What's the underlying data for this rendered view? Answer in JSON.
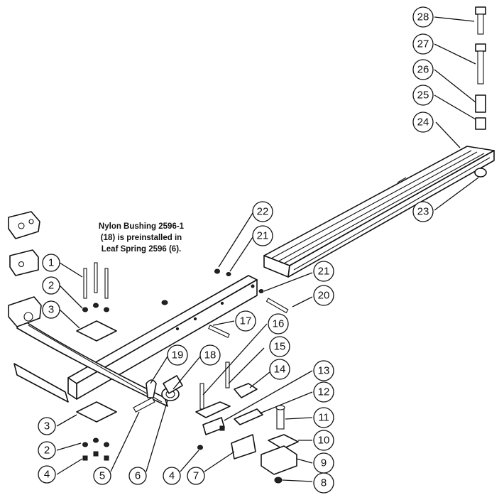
{
  "note": {
    "lines": [
      "Nylon Bushing 2596-1",
      "(18) is preinstalled in",
      "Leaf Spring 2596 (6)."
    ]
  },
  "callouts": [
    {
      "label": "1",
      "part": "bolt"
    },
    {
      "label": "2",
      "part": "washer"
    },
    {
      "label": "3",
      "part": "mount-plate"
    },
    {
      "label": "3",
      "part": "mount-plate-lower"
    },
    {
      "label": "2",
      "part": "washer-lower"
    },
    {
      "label": "4",
      "part": "nut"
    },
    {
      "label": "5",
      "part": "pin"
    },
    {
      "label": "6",
      "part": "leaf-spring"
    },
    {
      "label": "4",
      "part": "nut-lower"
    },
    {
      "label": "7",
      "part": "bracket"
    },
    {
      "label": "8",
      "part": "nut"
    },
    {
      "label": "9",
      "part": "hinge-bracket"
    },
    {
      "label": "10",
      "part": "plate"
    },
    {
      "label": "11",
      "part": "bolt"
    },
    {
      "label": "12",
      "part": "strap"
    },
    {
      "label": "13",
      "part": "clip"
    },
    {
      "label": "14",
      "part": "bracket"
    },
    {
      "label": "15",
      "part": "bolt"
    },
    {
      "label": "16",
      "part": "bolt"
    },
    {
      "label": "17",
      "part": "bolt"
    },
    {
      "label": "18",
      "part": "bushing"
    },
    {
      "label": "19",
      "part": "bolt"
    },
    {
      "label": "20",
      "part": "bolt"
    },
    {
      "label": "21",
      "part": "washer"
    },
    {
      "label": "21",
      "part": "washer-upper"
    },
    {
      "label": "22",
      "part": "nut"
    },
    {
      "label": "23",
      "part": "nut"
    },
    {
      "label": "24",
      "part": "rail"
    },
    {
      "label": "25",
      "part": "spacer"
    },
    {
      "label": "26",
      "part": "bushing"
    },
    {
      "label": "27",
      "part": "bolt"
    },
    {
      "label": "28",
      "part": "bolt"
    }
  ]
}
